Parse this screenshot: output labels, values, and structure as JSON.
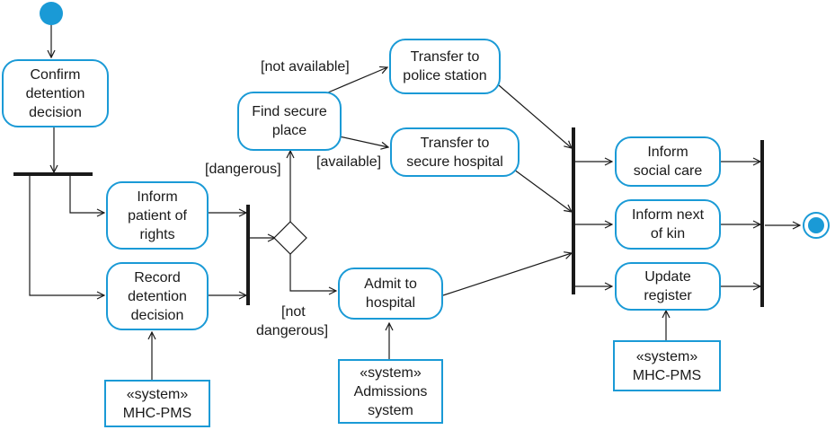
{
  "activities": {
    "confirm": [
      "Confirm",
      "detention",
      "decision"
    ],
    "inform_rights": [
      "Inform",
      "patient of",
      "rights"
    ],
    "record": [
      "Record",
      "detention",
      "decision"
    ],
    "find_place": [
      "Find secure",
      "place"
    ],
    "transfer_police": [
      "Transfer to",
      "police station"
    ],
    "transfer_hospital": [
      "Transfer to",
      "secure hospital"
    ],
    "admit": [
      "Admit to",
      "hospital"
    ],
    "inform_social": [
      "Inform",
      "social care"
    ],
    "inform_kin": [
      "Inform next",
      "of kin"
    ],
    "update_register": [
      "Update",
      "register"
    ]
  },
  "systems": {
    "record_sys": [
      "«system»",
      "MHC-PMS"
    ],
    "admit_sys": [
      "«system»",
      "Admissions",
      "system"
    ],
    "register_sys": [
      "«system»",
      "MHC-PMS"
    ]
  },
  "guards": {
    "not_available": "[not available]",
    "available": "[available]",
    "dangerous": "[dangerous]",
    "not_dangerous_1": "[not",
    "not_dangerous_2": "dangerous]"
  },
  "colors": {
    "accent": "#1a9ad6",
    "ink": "#1a1a1a"
  }
}
